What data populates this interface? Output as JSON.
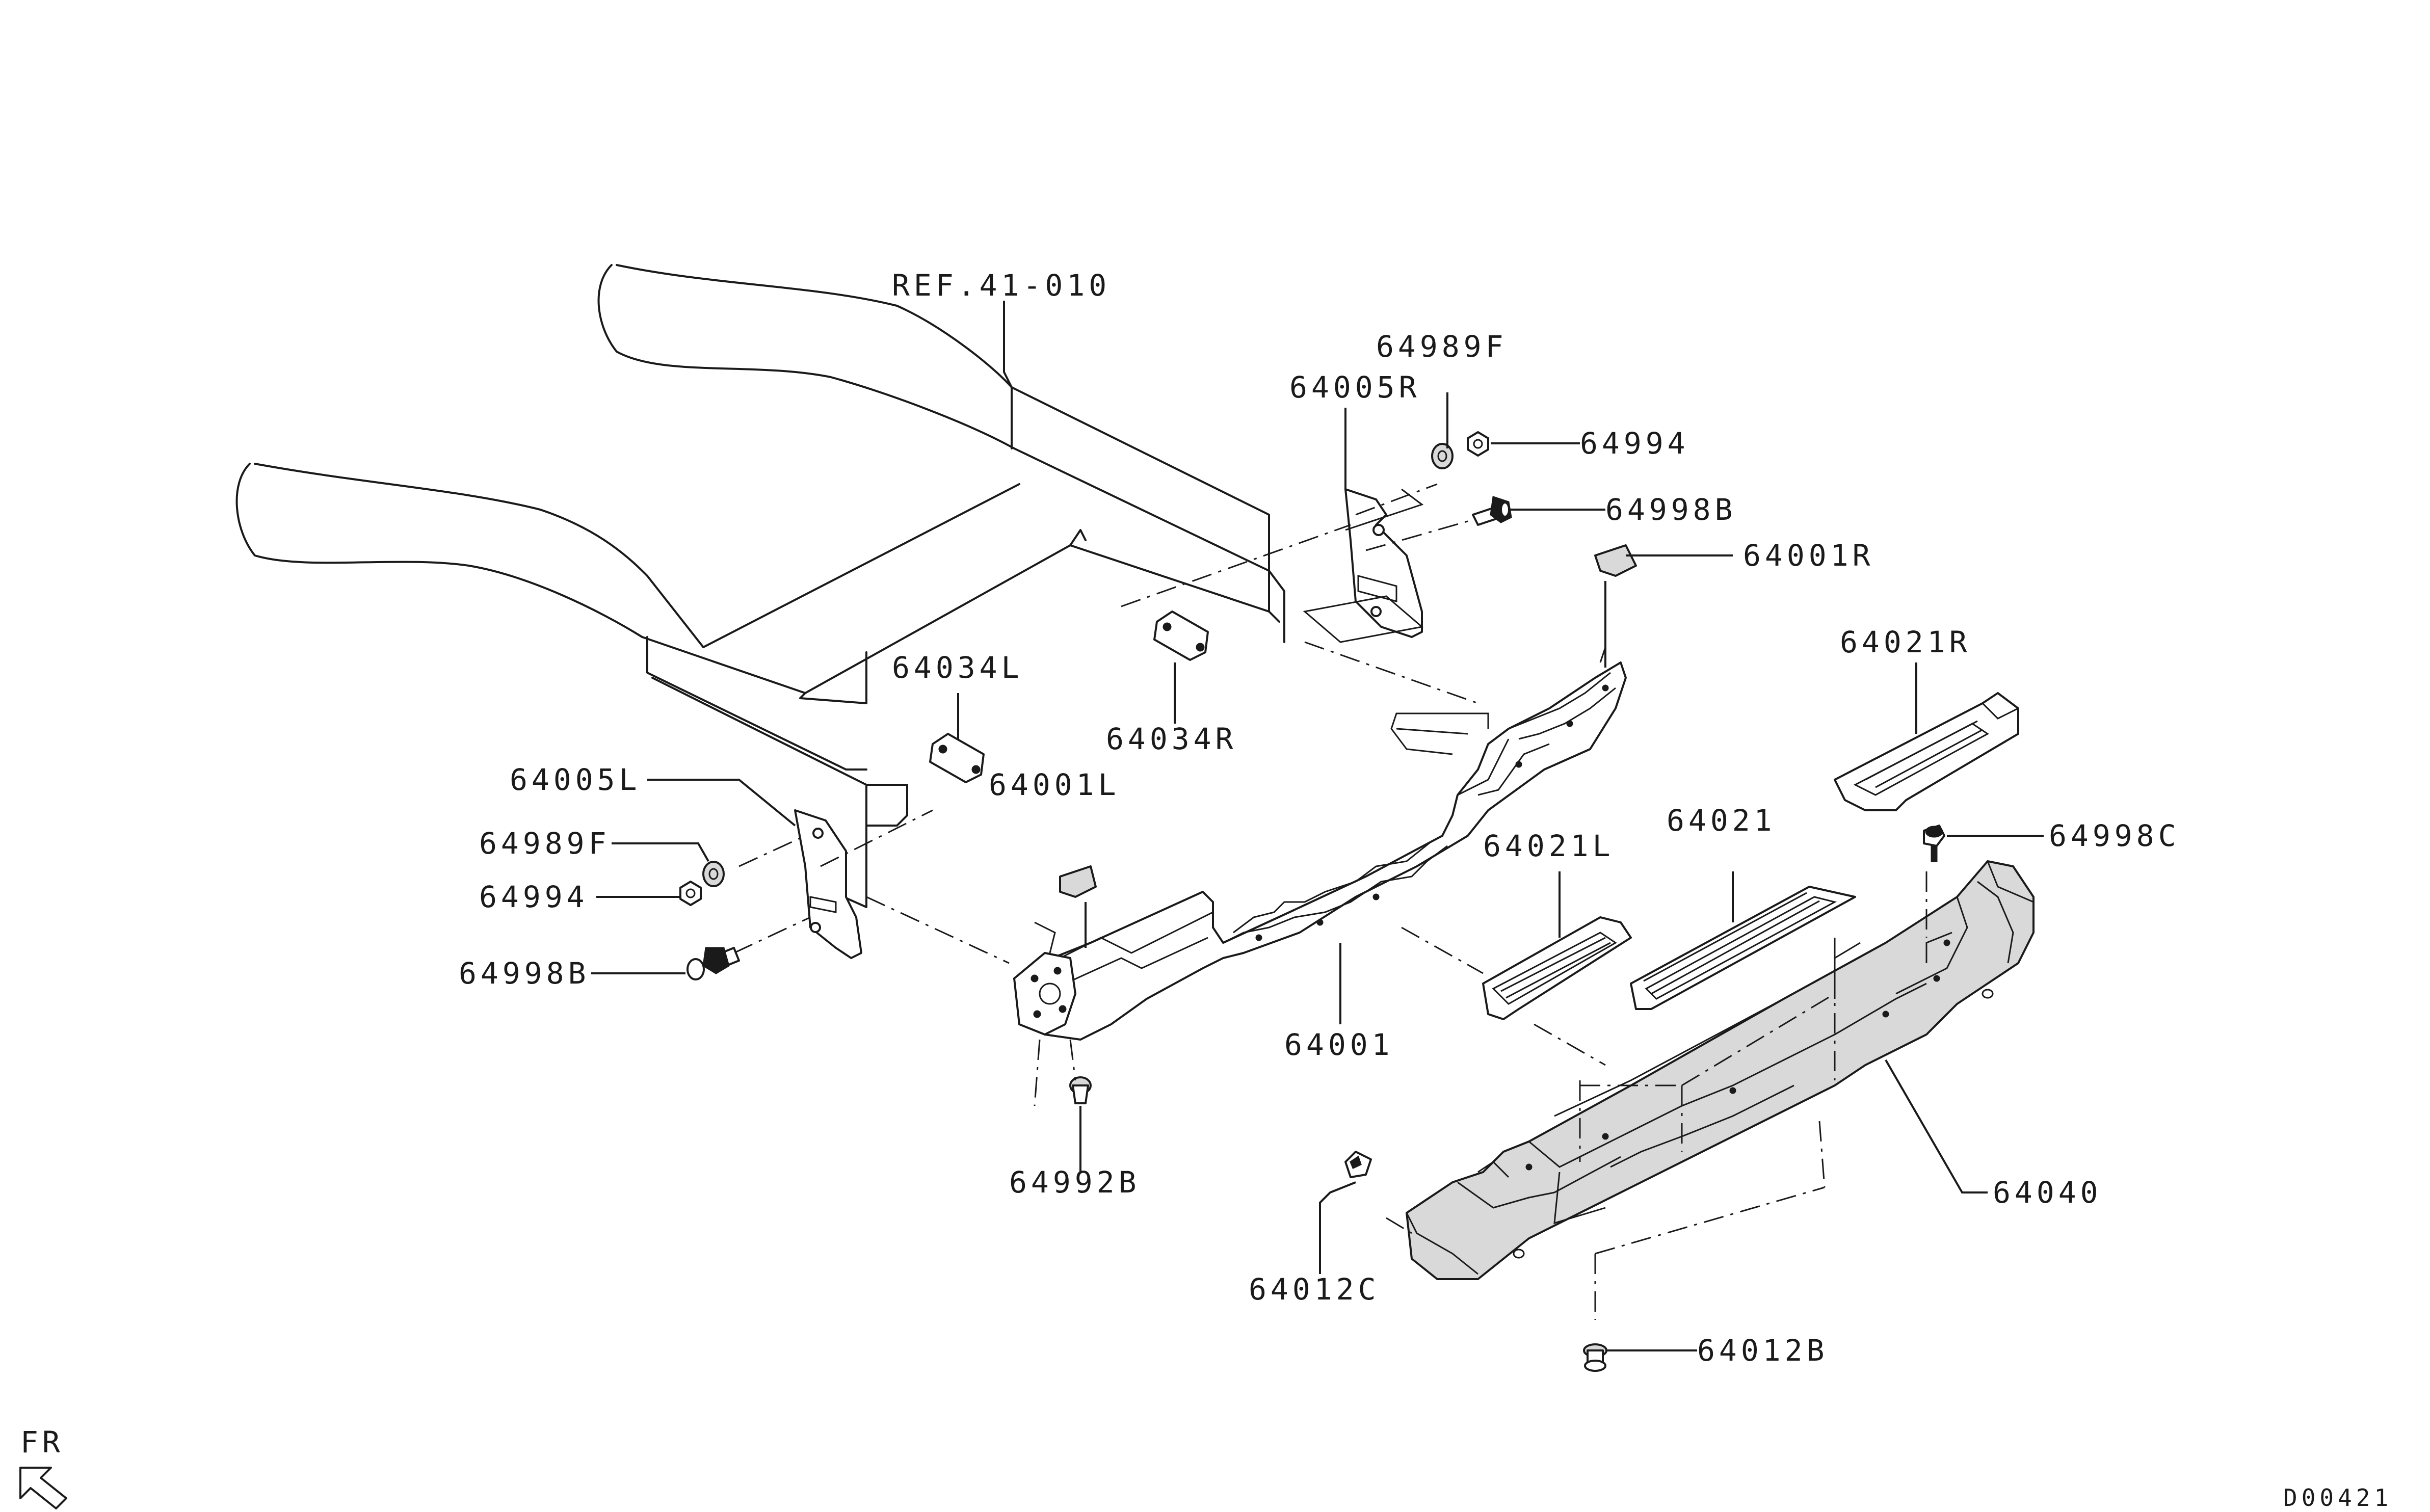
{
  "diagram": {
    "reference_label": "REF.41-010",
    "front_indicator": "FR",
    "drawing_code": "D00421",
    "part_labels": {
      "p64989F_right": "64989F",
      "p64005R": "64005R",
      "p64994_right": "64994",
      "p64998B_right": "64998B",
      "p64001R": "64001R",
      "p64021R": "64021R",
      "p64034L": "64034L",
      "p64034R": "64034R",
      "p64005L": "64005L",
      "p64001L": "64001L",
      "p64989F_left": "64989F",
      "p64994_left": "64994",
      "p64998B_left": "64998B",
      "p64021L": "64021L",
      "p64021": "64021",
      "p64998C": "64998C",
      "p64001": "64001",
      "p64992B": "64992B",
      "p64040": "64040",
      "p64012C": "64012C",
      "p64012B": "64012B"
    }
  }
}
